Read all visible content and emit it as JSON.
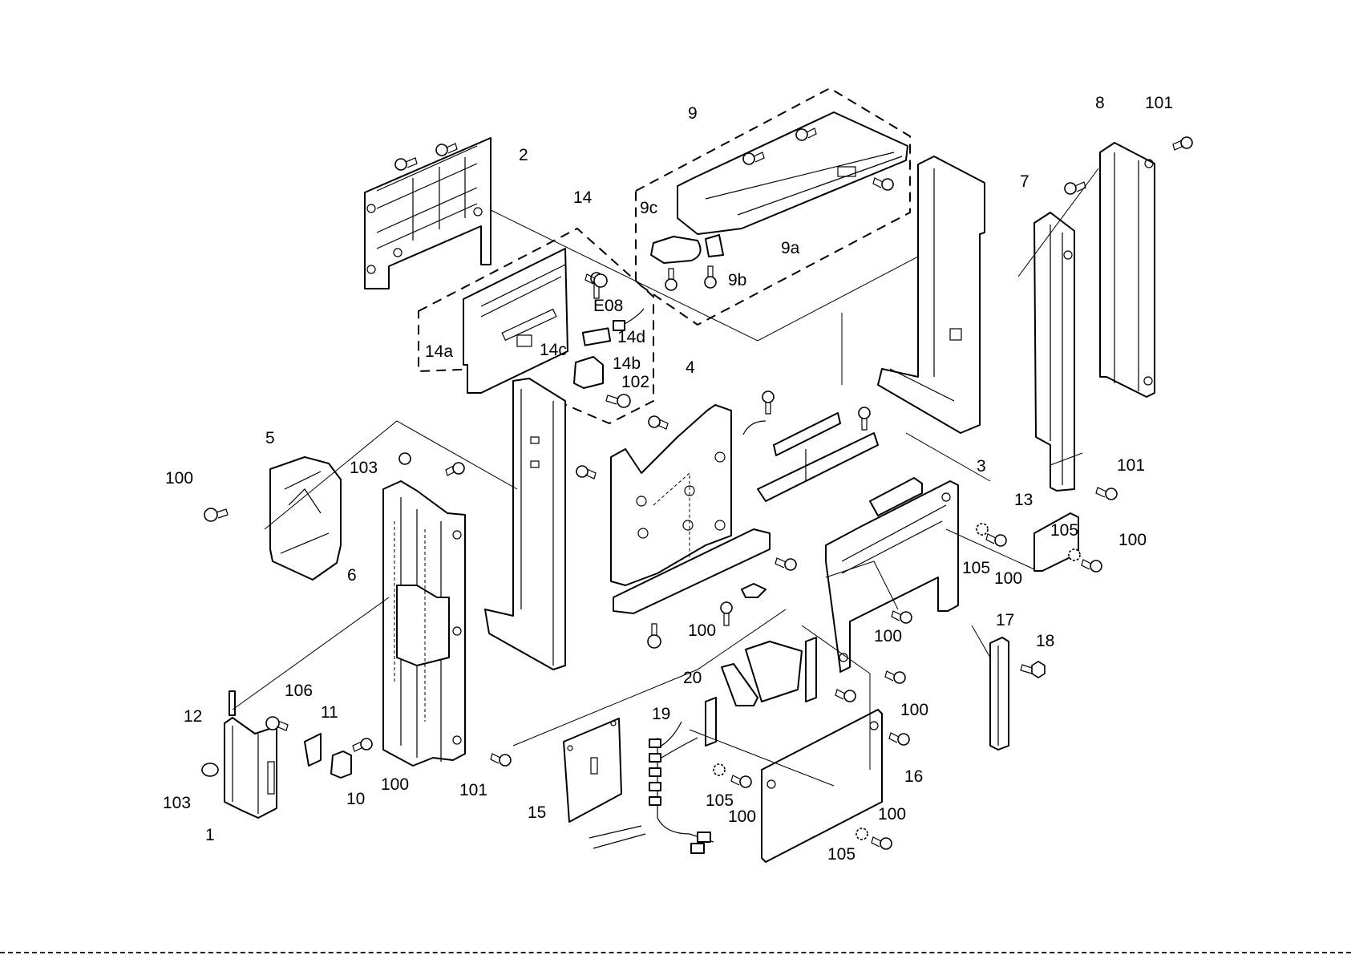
{
  "figure": {
    "type": "exploded-parts-diagram",
    "assemblies": [
      {
        "id": "9",
        "sub_parts": [
          "9a",
          "9b",
          "9c"
        ]
      },
      {
        "id": "14",
        "sub_parts": [
          "14a",
          "14b",
          "14c",
          "14d",
          "E08",
          "102"
        ]
      }
    ],
    "labels": [
      {
        "text": "1",
        "part": "1"
      },
      {
        "text": "2",
        "part": "2"
      },
      {
        "text": "3",
        "part": "3"
      },
      {
        "text": "4",
        "part": "4"
      },
      {
        "text": "5",
        "part": "5"
      },
      {
        "text": "6",
        "part": "6"
      },
      {
        "text": "7",
        "part": "7"
      },
      {
        "text": "8",
        "part": "8"
      },
      {
        "text": "9",
        "part": "9"
      },
      {
        "text": "9a",
        "part": "9a"
      },
      {
        "text": "9b",
        "part": "9b"
      },
      {
        "text": "9c",
        "part": "9c"
      },
      {
        "text": "10",
        "part": "10"
      },
      {
        "text": "11",
        "part": "11"
      },
      {
        "text": "12",
        "part": "12"
      },
      {
        "text": "13",
        "part": "13"
      },
      {
        "text": "14",
        "part": "14"
      },
      {
        "text": "14a",
        "part": "14a"
      },
      {
        "text": "14b",
        "part": "14b"
      },
      {
        "text": "14c",
        "part": "14c"
      },
      {
        "text": "14d",
        "part": "14d"
      },
      {
        "text": "E08",
        "part": "E08"
      },
      {
        "text": "15",
        "part": "15"
      },
      {
        "text": "16",
        "part": "16"
      },
      {
        "text": "17",
        "part": "17"
      },
      {
        "text": "18",
        "part": "18"
      },
      {
        "text": "19",
        "part": "19"
      },
      {
        "text": "20",
        "part": "20"
      },
      {
        "text": "100",
        "part": "100"
      },
      {
        "text": "100",
        "part": "100"
      },
      {
        "text": "100",
        "part": "100"
      },
      {
        "text": "100",
        "part": "100"
      },
      {
        "text": "100",
        "part": "100"
      },
      {
        "text": "100",
        "part": "100"
      },
      {
        "text": "100",
        "part": "100"
      },
      {
        "text": "100",
        "part": "100"
      },
      {
        "text": "100",
        "part": "100"
      },
      {
        "text": "100",
        "part": "100"
      },
      {
        "text": "101",
        "part": "101"
      },
      {
        "text": "101",
        "part": "101"
      },
      {
        "text": "101",
        "part": "101"
      },
      {
        "text": "102",
        "part": "102"
      },
      {
        "text": "103",
        "part": "103"
      },
      {
        "text": "103",
        "part": "103"
      },
      {
        "text": "105",
        "part": "105"
      },
      {
        "text": "105",
        "part": "105"
      },
      {
        "text": "105",
        "part": "105"
      },
      {
        "text": "105",
        "part": "105"
      },
      {
        "text": "106",
        "part": "106"
      }
    ]
  }
}
